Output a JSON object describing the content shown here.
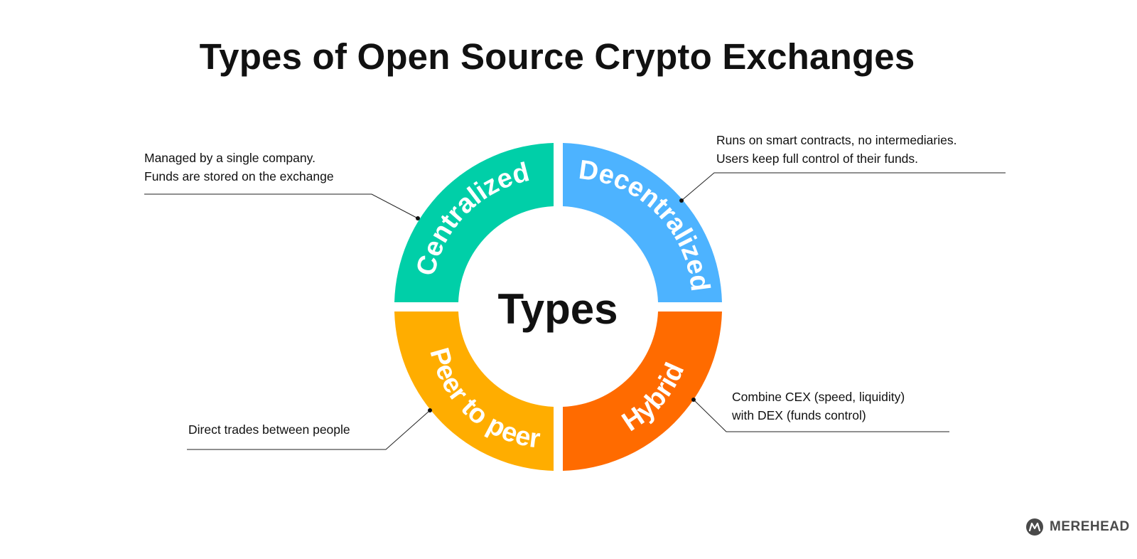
{
  "title": "Types of Open Source Crypto Exchanges",
  "center_label": "Types",
  "segments": [
    {
      "id": "centralized",
      "label": "Centralized",
      "color": "#00CFA8",
      "description": [
        "Managed by a single company.",
        "Funds are stored on the exchange"
      ]
    },
    {
      "id": "decentralized",
      "label": "Decentralized",
      "color": "#4DB3FF",
      "description": [
        "Runs on smart contracts, no intermediaries.",
        "Users keep full control of their funds."
      ]
    },
    {
      "id": "hybrid",
      "label": "Hybrid",
      "color": "#FF6B00",
      "description": [
        "Combine CEX (speed, liquidity)",
        "with DEX (funds control)"
      ]
    },
    {
      "id": "peer-to-peer",
      "label": "Peer to peer",
      "color": "#FFAD00",
      "description": [
        "Direct trades between people"
      ]
    }
  ],
  "brand": {
    "name": "MEREHEAD",
    "icon": "merehead-logo-icon",
    "color": "#4a4a4a"
  },
  "colors": {
    "text": "#111111",
    "line": "#222222",
    "background": "#ffffff"
  }
}
